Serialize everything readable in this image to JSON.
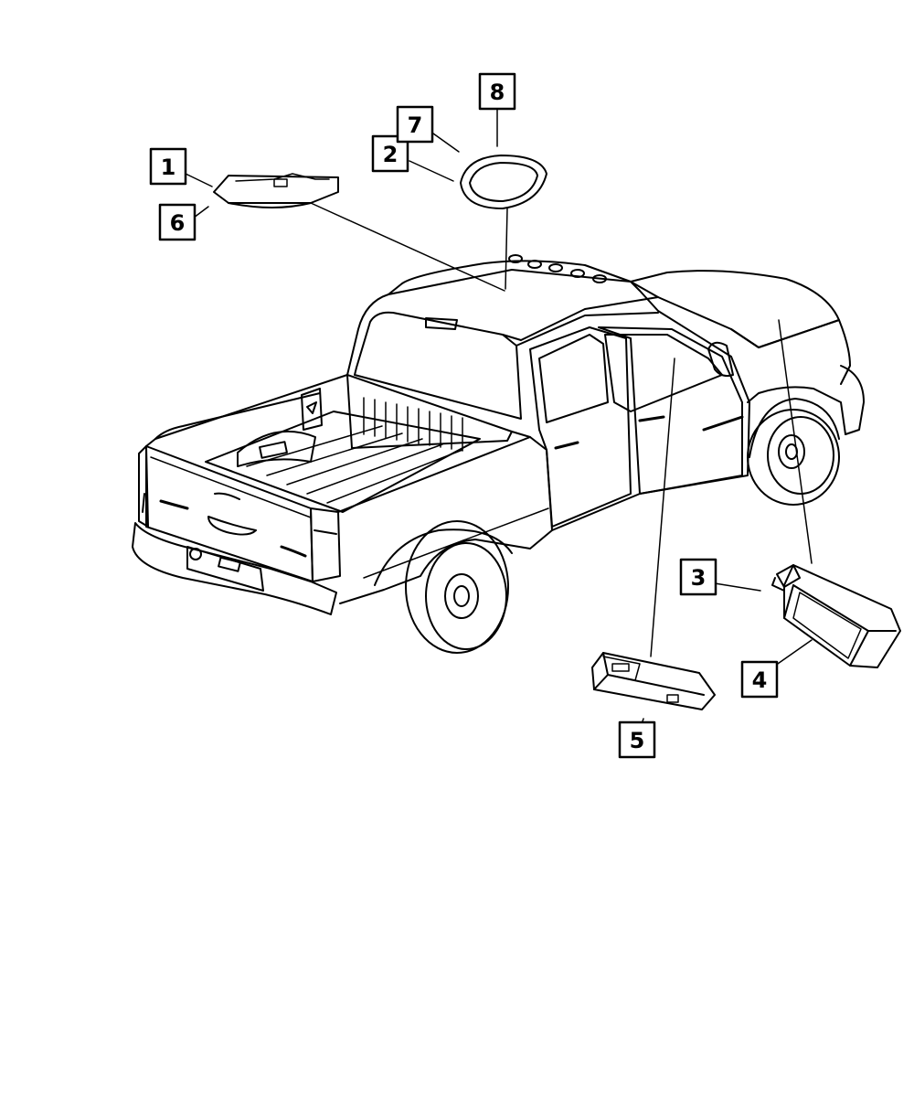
{
  "diagram": {
    "callouts": [
      {
        "id": "c1",
        "label": "1"
      },
      {
        "id": "c2",
        "label": "2"
      },
      {
        "id": "c3",
        "label": "3"
      },
      {
        "id": "c4",
        "label": "4"
      },
      {
        "id": "c5",
        "label": "5"
      },
      {
        "id": "c6",
        "label": "6"
      },
      {
        "id": "c7",
        "label": "7"
      },
      {
        "id": "c8",
        "label": "8"
      }
    ]
  },
  "colors": {
    "line": "#000000",
    "background": "#ffffff"
  }
}
